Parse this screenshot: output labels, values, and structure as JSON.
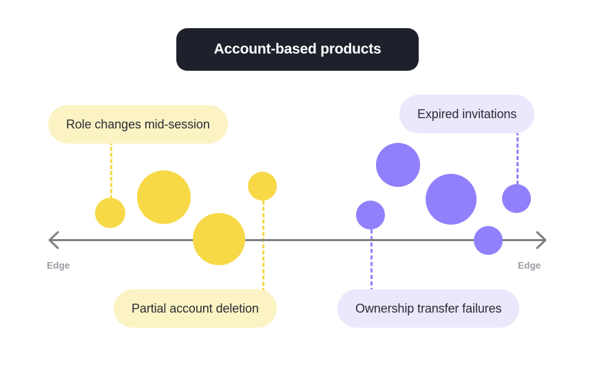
{
  "title": {
    "text": "Account-based products",
    "background": "#1e212b",
    "text_color": "#ffffff"
  },
  "axis": {
    "left_label": "Edge",
    "right_label": "Edge",
    "line_color": "#808080",
    "left_arrow_icon": "arrow-left-icon",
    "right_arrow_icon": "arrow-right-icon"
  },
  "palette": {
    "yellow": "#f7d948",
    "purple": "#9180fb",
    "yellow_pale": "#fbf3c4",
    "purple_pale": "#ebe7fc",
    "dark": "#1e212b",
    "gray": "#808080"
  },
  "callouts": [
    {
      "text": "Role changes mid-session",
      "color": "yellow",
      "position": "top-left"
    },
    {
      "text": "Expired invitations",
      "color": "purple",
      "position": "top-right"
    },
    {
      "text": "Partial account deletion",
      "color": "yellow",
      "position": "bottom-left"
    },
    {
      "text": "Ownership transfer failures",
      "color": "purple",
      "position": "bottom-right"
    }
  ],
  "chart_data": {
    "type": "scatter",
    "title": "Account-based products",
    "xlabel": "",
    "ylabel": "",
    "grid": false,
    "legend": false,
    "axis_endpoints": [
      "Edge",
      "Edge"
    ],
    "series": [
      {
        "name": "yellow-cluster",
        "color": "#f7d948",
        "points": [
          {
            "cx": 160,
            "cy": 310,
            "r": 22
          },
          {
            "cx": 238,
            "cy": 287,
            "r": 39
          },
          {
            "cx": 318,
            "cy": 348,
            "r": 38
          },
          {
            "cx": 381,
            "cy": 271,
            "r": 21
          }
        ]
      },
      {
        "name": "purple-cluster",
        "color": "#9180fb",
        "points": [
          {
            "cx": 538,
            "cy": 313,
            "r": 21
          },
          {
            "cx": 578,
            "cy": 240,
            "r": 32
          },
          {
            "cx": 655,
            "cy": 290,
            "r": 37
          },
          {
            "cx": 750,
            "cy": 289,
            "r": 21
          },
          {
            "cx": 709,
            "cy": 350,
            "r": 21
          }
        ]
      }
    ],
    "annotations": [
      {
        "label": "Role changes mid-session",
        "connects_to": {
          "cx": 160,
          "cy": 310
        },
        "color": "#f7d948"
      },
      {
        "label": "Partial account deletion",
        "connects_to": {
          "cx": 381,
          "cy": 271
        },
        "color": "#f7d948"
      },
      {
        "label": "Expired invitations",
        "connects_to": {
          "cx": 750,
          "cy": 289
        },
        "color": "#9180fb"
      },
      {
        "label": "Ownership transfer failures",
        "connects_to": {
          "cx": 538,
          "cy": 313
        },
        "color": "#9180fb"
      }
    ]
  }
}
